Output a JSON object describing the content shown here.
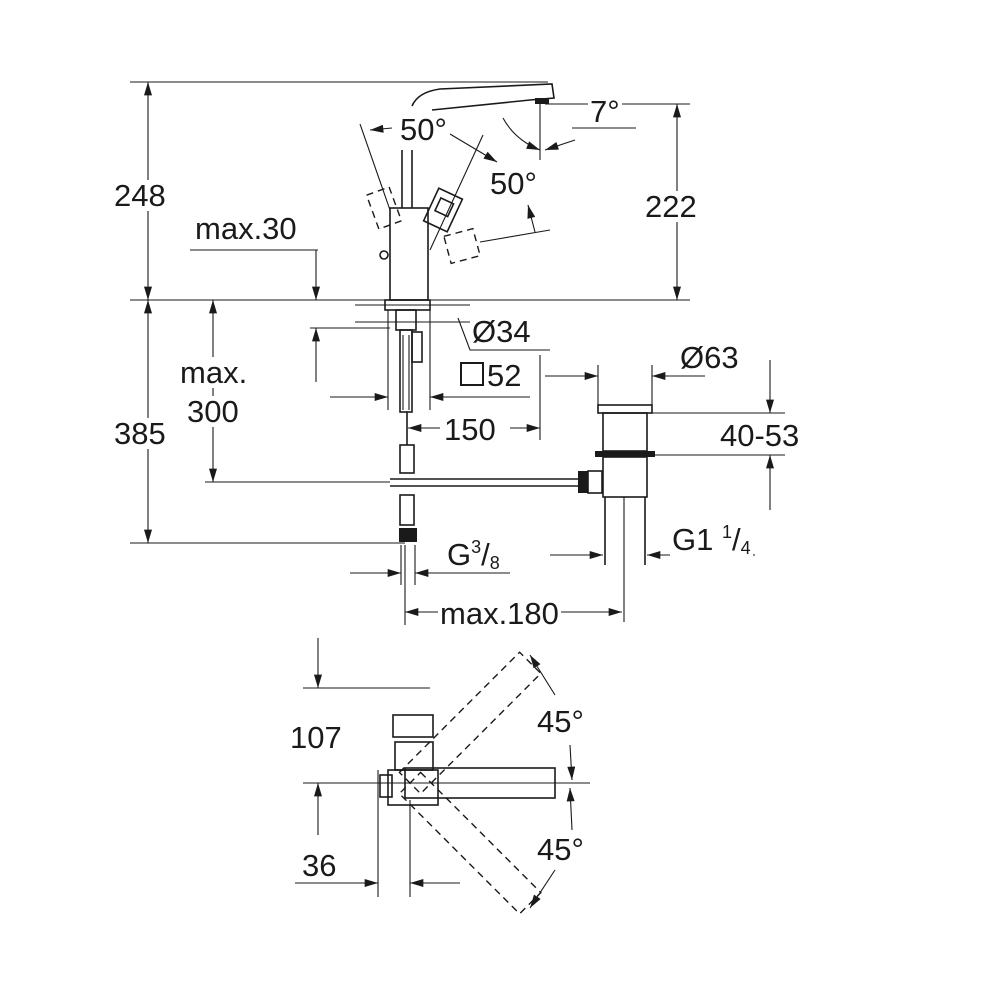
{
  "side_view": {
    "height_total": "248",
    "height_spout": "222",
    "spout_angle": "7°",
    "lever_angle_left": "50°",
    "lever_angle_right": "50°",
    "max_deck_thickness": "max.30",
    "below_deck_total": "385",
    "max_hose_label_1": "max.",
    "max_hose_label_2": "300",
    "hole_diameter": "Ø34",
    "base_square": "52",
    "spout_reach": "150",
    "drain_diameter": "Ø63",
    "drain_height": "40-53",
    "connection_thread": "G",
    "connection_num": "3",
    "connection_den": "8",
    "drain_thread": "G1",
    "drain_num": "1",
    "drain_den": "4",
    "max_drain_offset": "max.180"
  },
  "top_view": {
    "depth": "107",
    "offset": "36",
    "swivel_up": "45°",
    "swivel_down": "45°"
  }
}
